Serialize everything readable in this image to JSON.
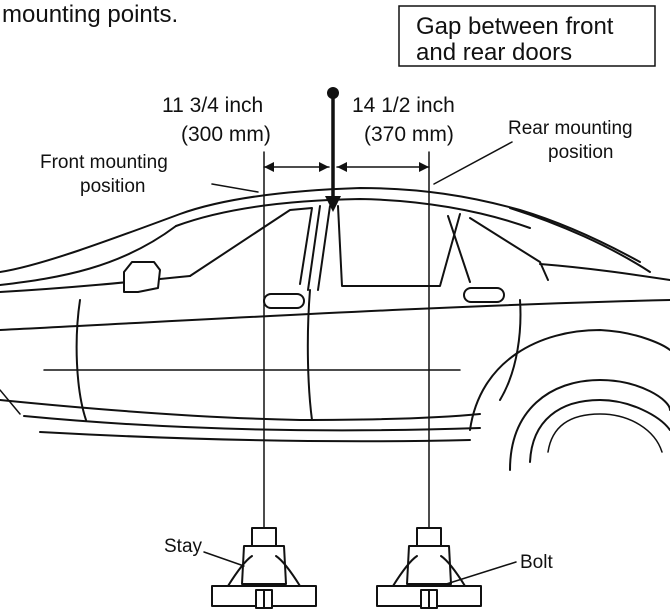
{
  "header": {
    "caption": "mounting points."
  },
  "callout": {
    "line1": "Gap between front",
    "line2": "and rear doors"
  },
  "dimensions": {
    "front": {
      "inch": "11 3/4 inch",
      "mm": "(300 mm)"
    },
    "rear": {
      "inch": "14 1/2 inch",
      "mm": "(370 mm)"
    }
  },
  "labels": {
    "front_mounting_1": "Front mounting",
    "front_mounting_2": "position",
    "rear_mounting_1": "Rear mounting",
    "rear_mounting_2": "position",
    "stay": "Stay",
    "bolt": "Bolt"
  }
}
